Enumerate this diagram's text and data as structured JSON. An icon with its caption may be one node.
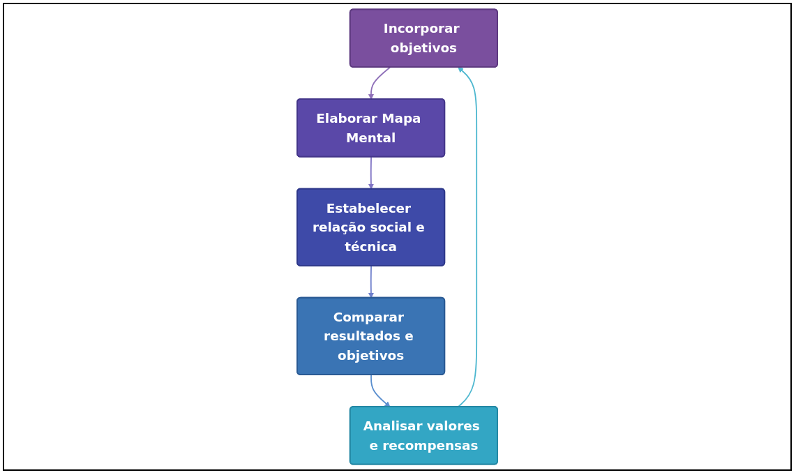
{
  "diagram": {
    "nodes": [
      {
        "text": [
          "Incorporar objetivos"
        ]
      },
      {
        "text": [
          "Elaborar Mapa Mental"
        ]
      },
      {
        "text": [
          "Estabelecer relação social e técnica"
        ]
      },
      {
        "text": [
          "Comparar resultados e objetivos"
        ]
      },
      {
        "text": [
          "Analisar valores e recompensas"
        ]
      }
    ],
    "edges": [
      {
        "from": 0,
        "to": 1,
        "arrow": "to",
        "color": "#8e6fb8"
      },
      {
        "from": 1,
        "to": 2,
        "arrow": "to",
        "color": "#7f73c4"
      },
      {
        "from": 2,
        "to": 3,
        "arrow": "to",
        "color": "#6f7fcc"
      },
      {
        "from": 3,
        "to": 4,
        "arrow": "to",
        "color": "#5b8fcf"
      },
      {
        "from": 4,
        "to": 0,
        "arrow": "to",
        "color": "#4fb8d0"
      }
    ]
  }
}
